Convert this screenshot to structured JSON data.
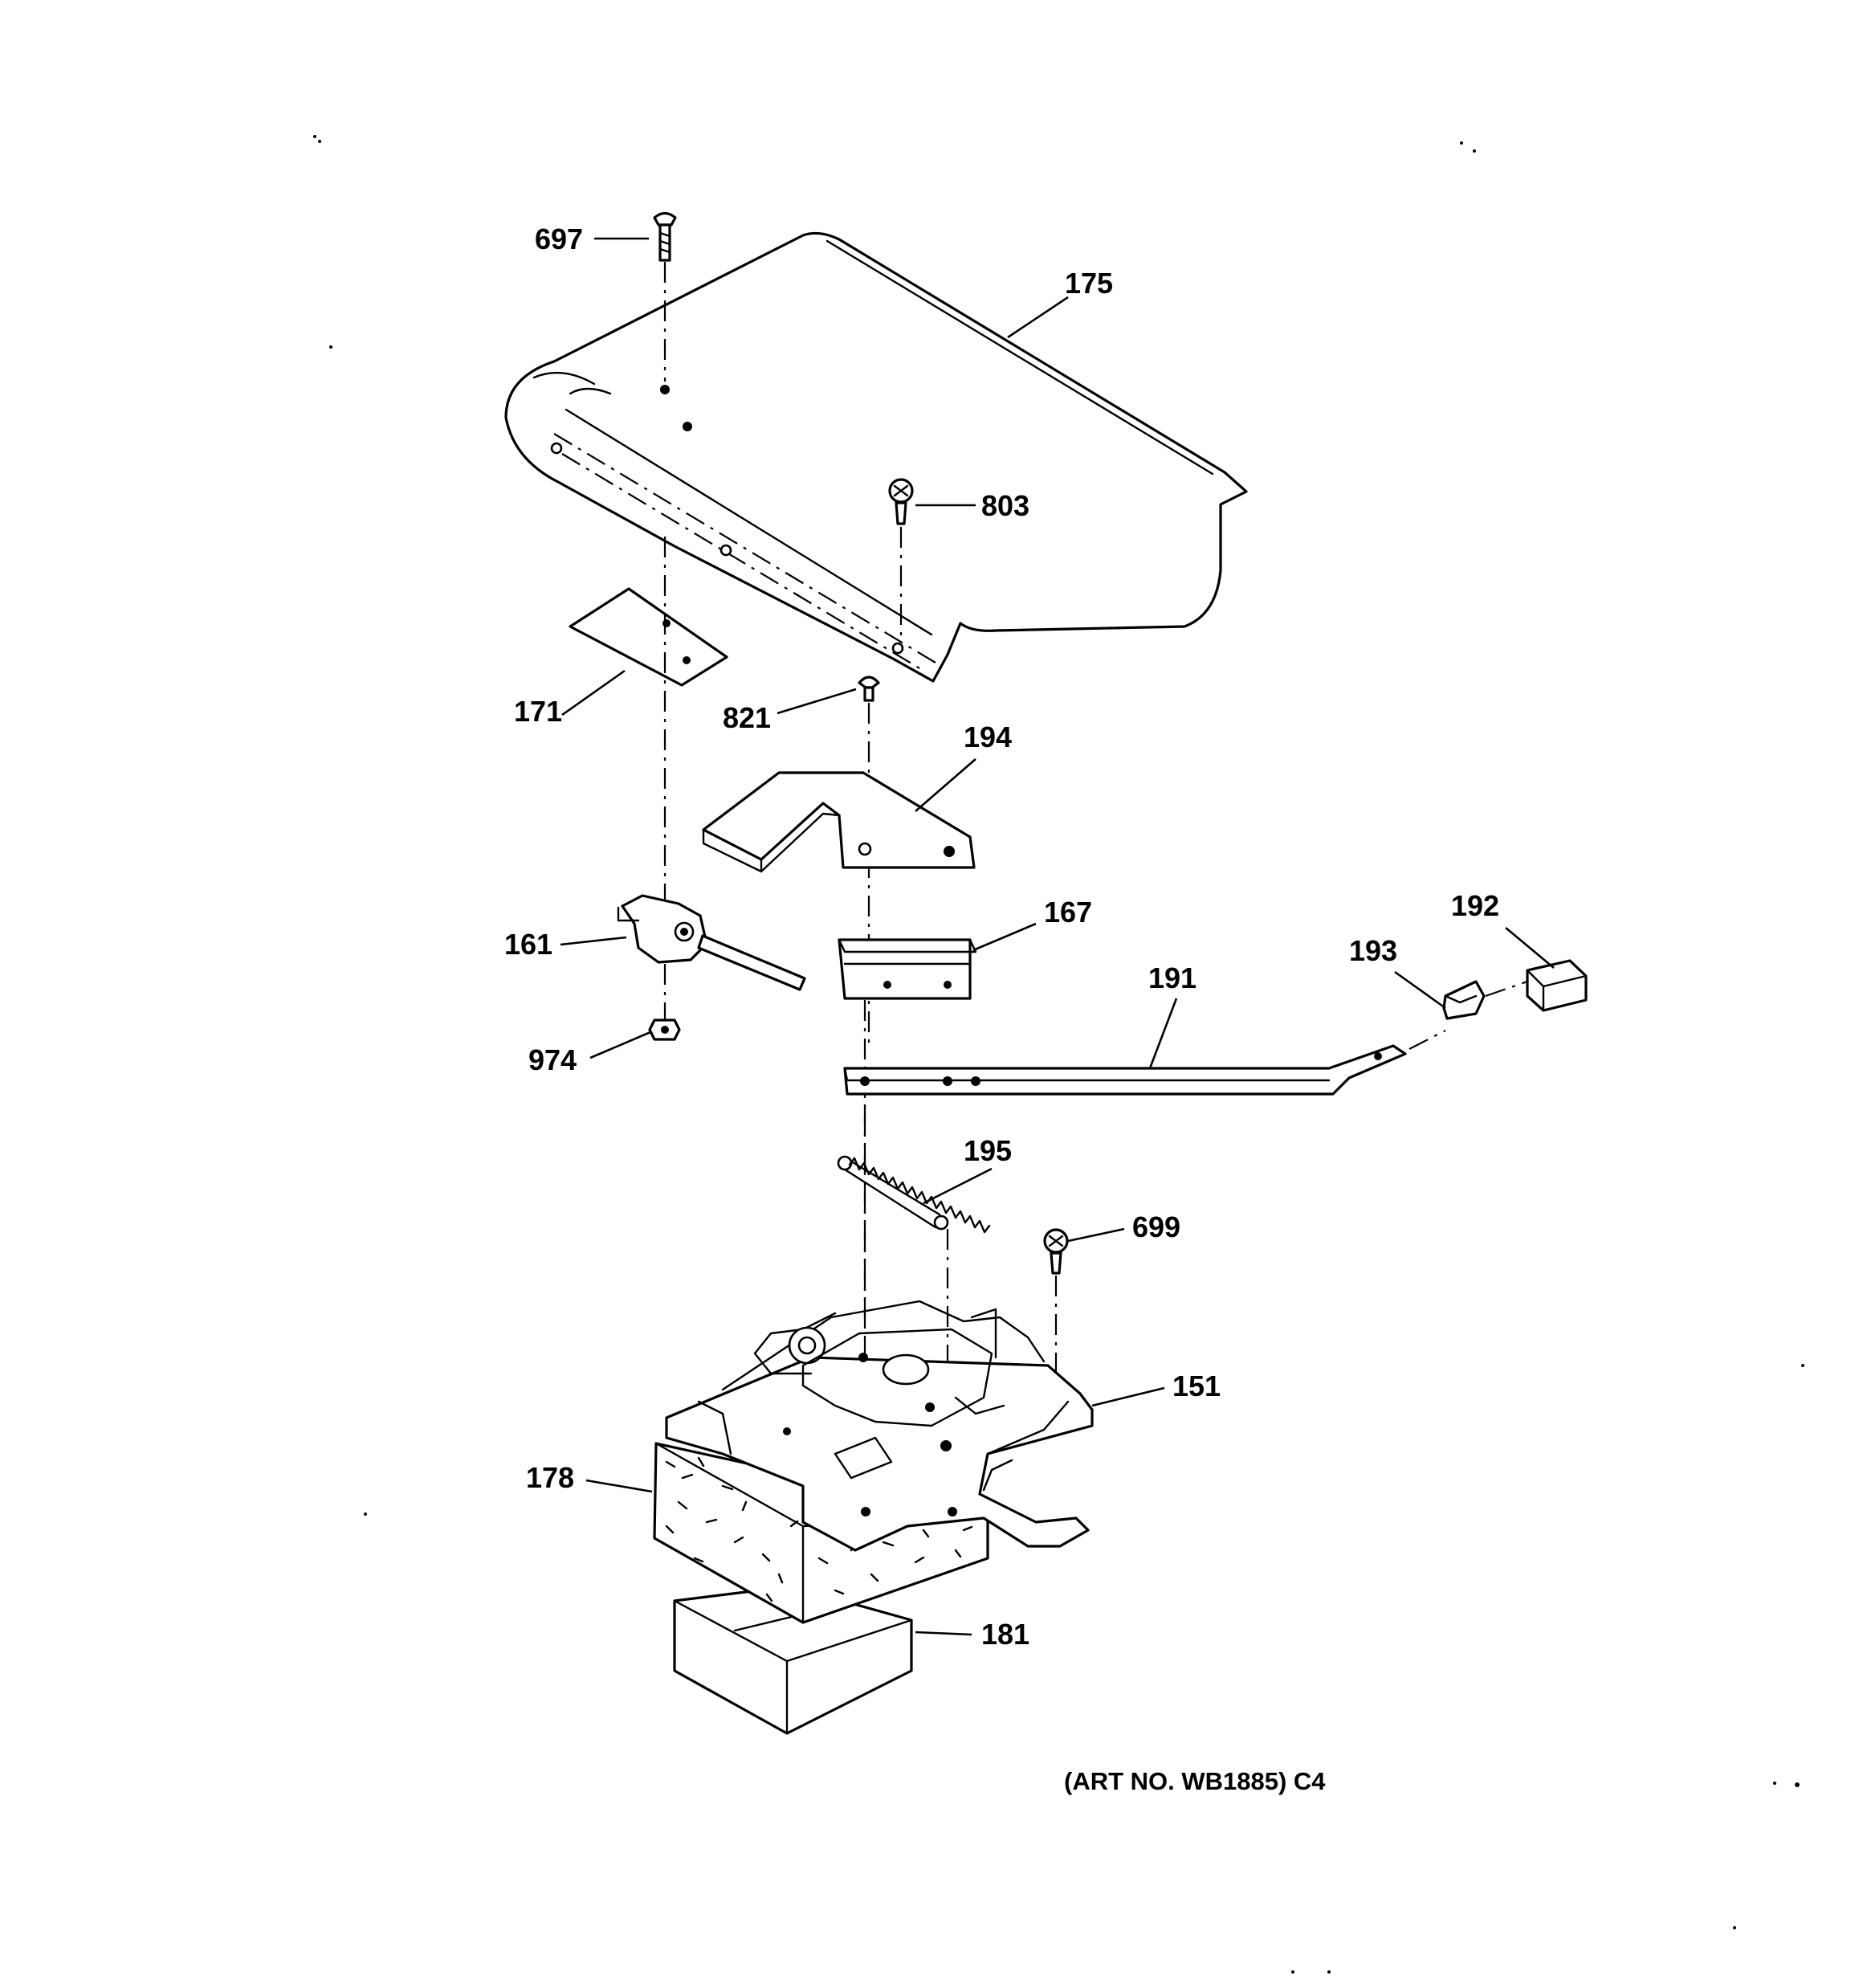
{
  "diagram": {
    "callouts": {
      "p697": "697",
      "p175": "175",
      "p803": "803",
      "p171": "171",
      "p821": "821",
      "p194": "194",
      "p167": "167",
      "p161": "161",
      "p192": "192",
      "p193": "193",
      "p191": "191",
      "p974": "974",
      "p195": "195",
      "p699": "699",
      "p151": "151",
      "p178": "178",
      "p181": "181"
    },
    "caption": "(ART NO. WB1885) C4"
  }
}
